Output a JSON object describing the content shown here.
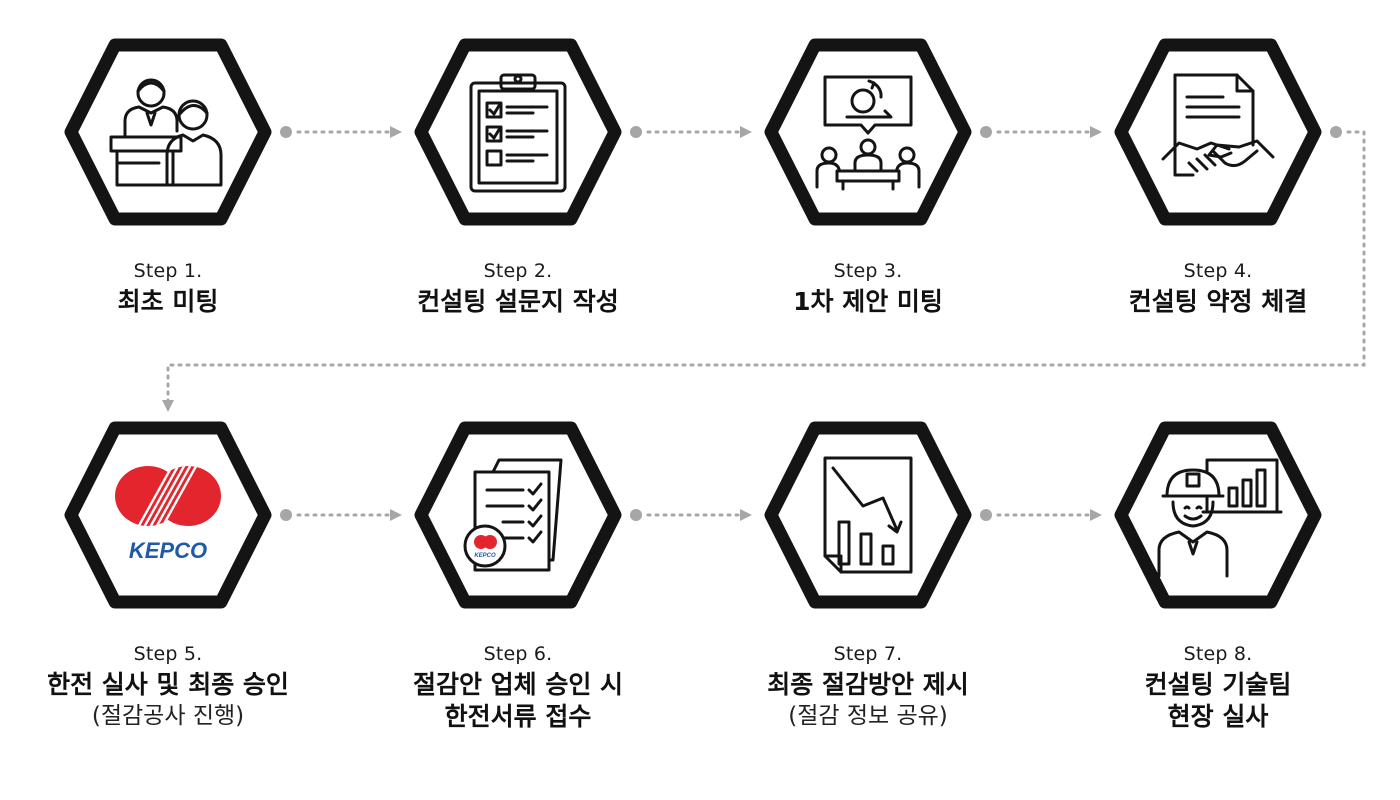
{
  "steps": [
    {
      "number": "Step 1.",
      "title": "최초 미팅",
      "subtitle": "",
      "icon": "meeting-presentation-icon"
    },
    {
      "number": "Step 2.",
      "title": "컨설팅 설문지 작성",
      "subtitle": "",
      "icon": "clipboard-checklist-icon"
    },
    {
      "number": "Step 3.",
      "title": "1차 제안 미팅",
      "subtitle": "",
      "icon": "team-meeting-icon"
    },
    {
      "number": "Step 4.",
      "title": "컨설팅 약정 체결",
      "subtitle": "",
      "icon": "contract-handshake-icon"
    },
    {
      "number": "Step 5.",
      "title": "한전 실사 및 최종 승인",
      "subtitle": "(절감공사 진행)",
      "icon": "kepco-logo"
    },
    {
      "number": "Step 6.",
      "title": "절감안 업체 승인 시",
      "subtitle": "한전서류 접수",
      "icon": "documents-approved-icon"
    },
    {
      "number": "Step 7.",
      "title": "최종 절감방안 제시",
      "subtitle": "(절감 정보 공유)",
      "icon": "decreasing-chart-document-icon"
    },
    {
      "number": "Step 8.",
      "title": "컨설팅 기술팀",
      "subtitle": "현장 실사",
      "icon": "engineer-dashboard-icon"
    }
  ],
  "logo_text": "KEPCO",
  "colors": {
    "hex_border": "#141414",
    "connector": "#a6a6a6",
    "kepco_red": "#e3262e",
    "kepco_blue": "#1f5aa8"
  }
}
